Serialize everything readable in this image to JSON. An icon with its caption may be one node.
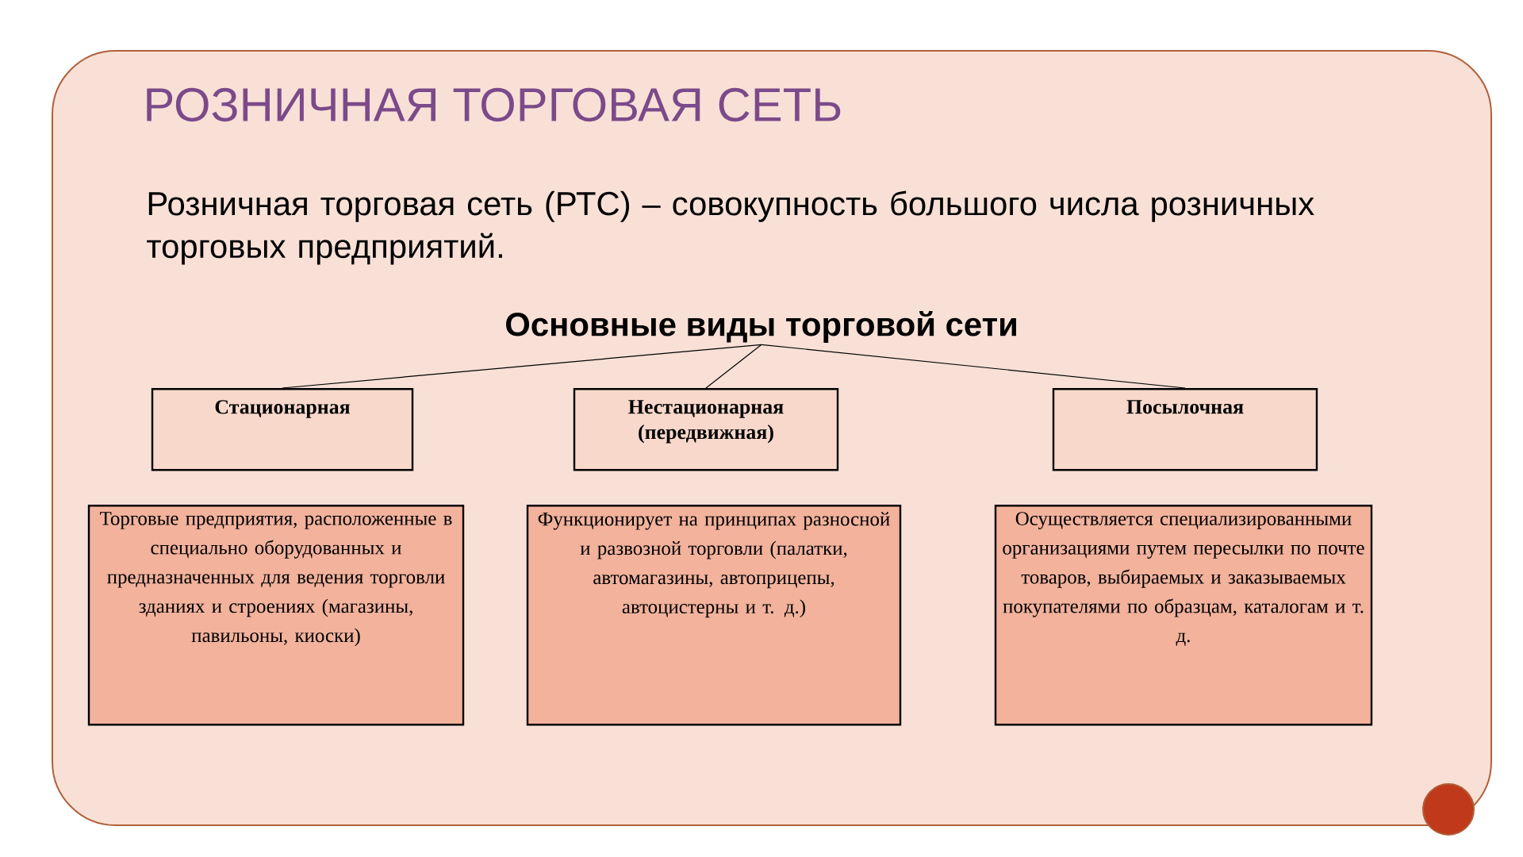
{
  "diagram": {
    "title": "РОЗНИЧНАЯ ТОРГОВАЯ СЕТЬ",
    "nodes": [
      {
        "text": [
          "Основные виды торговой сети"
        ]
      },
      {
        "text": [
          "Стационарная"
        ]
      },
      {
        "text": [
          "Нестационарная (передвижная)"
        ]
      },
      {
        "text": [
          "Посылочная"
        ]
      },
      {
        "text": [
          "Торговые предприятия, расположенные в специально оборудованных и предназначенных для ведения торговли зданиях и строениях (магазины, павильоны, киоски)"
        ]
      },
      {
        "text": [
          "Функционирует на принципах разносной и развозной торговли (палатки, автомагазины, автоприцепы, автоцистерны и т. д.)"
        ]
      },
      {
        "text": [
          "Осуществляется специализированными организациями путем пересылки по почте товаров, выбираемых и заказываемых покупателями по образцам, каталогам и т. д."
        ]
      }
    ],
    "edges": [
      {
        "from": 0,
        "to": 1,
        "arrow": "none"
      },
      {
        "from": 0,
        "to": 2,
        "arrow": "none"
      },
      {
        "from": 0,
        "to": 3,
        "arrow": "none"
      }
    ],
    "labels": [
      "Розничная торговая сеть (РТС) – совокупность большого числа розничных торговых предприятий."
    ]
  }
}
